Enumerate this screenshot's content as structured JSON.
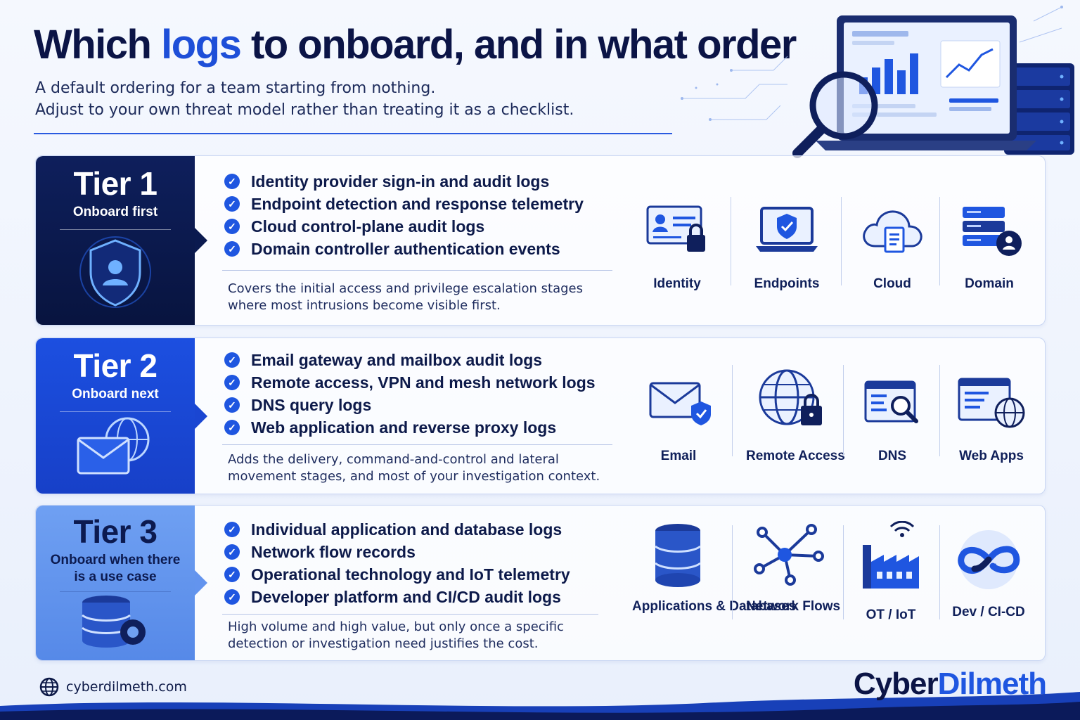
{
  "header": {
    "title_pre": "Which ",
    "title_highlight": "logs",
    "title_post": " to onboard, and in what order",
    "subtitle_line1": "A default ordering for a team starting from nothing.",
    "subtitle_line2": "Adjust to your own threat model rather than treating it as a checklist."
  },
  "tiers": [
    {
      "title": "Tier 1",
      "subtitle": "Onboard first",
      "items": [
        "Identity provider sign-in and audit logs",
        "Endpoint detection and response telemetry",
        "Cloud control-plane audit logs",
        "Domain controller authentication events"
      ],
      "note": "Covers the initial access and privilege escalation stages where most intrusions become visible first.",
      "icons": [
        {
          "name": "identity-icon",
          "label": "Identity"
        },
        {
          "name": "endpoint-icon",
          "label": "Endpoints"
        },
        {
          "name": "cloud-icon",
          "label": "Cloud"
        },
        {
          "name": "domain-icon",
          "label": "Domain"
        }
      ]
    },
    {
      "title": "Tier 2",
      "subtitle": "Onboard next",
      "items": [
        "Email gateway and mailbox audit logs",
        "Remote access, VPN and mesh network logs",
        "DNS query logs",
        "Web application and reverse proxy logs"
      ],
      "note": "Adds the delivery, command-and-control and lateral movement stages, and most of your investigation context.",
      "icons": [
        {
          "name": "email-icon",
          "label": "Email"
        },
        {
          "name": "remote-access-icon",
          "label": "Remote Access"
        },
        {
          "name": "dns-icon",
          "label": "DNS"
        },
        {
          "name": "web-apps-icon",
          "label": "Web Apps"
        }
      ]
    },
    {
      "title": "Tier 3",
      "subtitle": "Onboard when there is a use case",
      "items": [
        "Individual application and database logs",
        "Network flow records",
        "Operational technology and IoT telemetry",
        "Developer platform and CI/CD audit logs"
      ],
      "note": "High volume and high value, but only once a specific detection or investigation need justifies the cost.",
      "icons": [
        {
          "name": "database-icon",
          "label": "Applications & Databases"
        },
        {
          "name": "network-flows-icon",
          "label": "Network Flows"
        },
        {
          "name": "ot-iot-icon",
          "label": "OT / IoT"
        },
        {
          "name": "devops-icon",
          "label": "Dev / CI-CD"
        }
      ]
    }
  ],
  "footer": {
    "site": "cyberdilmeth.com",
    "brand_part1": "Cyber",
    "brand_part2": "Dilmeth"
  },
  "colors": {
    "navy": "#0b1446",
    "accent": "#1f56e0",
    "tier1": "#0e1f5c",
    "tier2": "#1c4fe0",
    "tier3": "#6fa0f2"
  }
}
